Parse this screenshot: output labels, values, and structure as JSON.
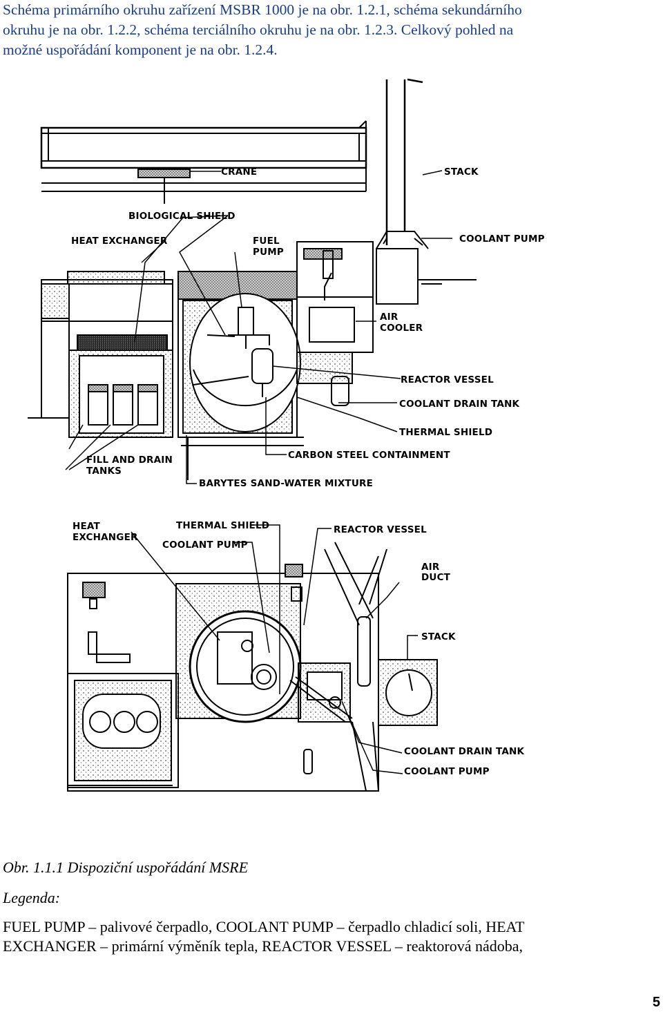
{
  "intro": {
    "lines": [
      "Schéma primárního okruhu zařízení MSBR 1000 je na obr. 1.2.1, schéma sekundárního",
      "okruhu je na obr. 1.2.2, schéma terciálního okruhu je na obr. 1.2.3. Celkový pohled na",
      "možné uspořádání komponent je na obr. 1.2.4."
    ]
  },
  "figure": {
    "section_view_labels": {
      "crane": "CRANE",
      "stack": "STACK",
      "biological_shield": "BIOLOGICAL SHIELD",
      "heat_exchanger": "HEAT EXCHANGER",
      "fuel_pump_line1": "FUEL",
      "fuel_pump_line2": "PUMP",
      "coolant_pump": "COOLANT PUMP",
      "air_cooler_line1": "AIR",
      "air_cooler_line2": "COOLER",
      "reactor_vessel": "REACTOR VESSEL",
      "coolant_drain_tank": "COOLANT DRAIN TANK",
      "thermal_shield": "THERMAL SHIELD",
      "fill_and_drain_line1": "FILL AND DRAIN",
      "fill_and_drain_line2": "TANKS",
      "carbon_steel": "CARBON STEEL CONTAINMENT",
      "barytes": "BARYTES SAND-WATER MIXTURE"
    },
    "plan_view_labels": {
      "heat_exchanger_line1": "HEAT",
      "heat_exchanger_line2": "EXCHANGER",
      "thermal_shield": "THERMAL SHIELD",
      "coolant_pump_top": "COOLANT PUMP",
      "reactor_vessel": "REACTOR VESSEL",
      "air_duct_line1": "AIR",
      "air_duct_line2": "DUCT",
      "stack": "STACK",
      "coolant_drain_tank": "COOLANT DRAIN TANK",
      "coolant_pump_bottom": "COOLANT PUMP"
    }
  },
  "caption": "Obr. 1.1.1 Dispoziční uspořádání MSRE",
  "legend": {
    "title": "Legenda:",
    "lines": [
      "FUEL PUMP – palivové čerpadlo, COOLANT PUMP – čerpadlo chladicí soli, HEAT",
      "EXCHANGER – primární výměník tepla, REACTOR VESSEL – reaktorová nádoba,"
    ]
  },
  "page_number": "5"
}
